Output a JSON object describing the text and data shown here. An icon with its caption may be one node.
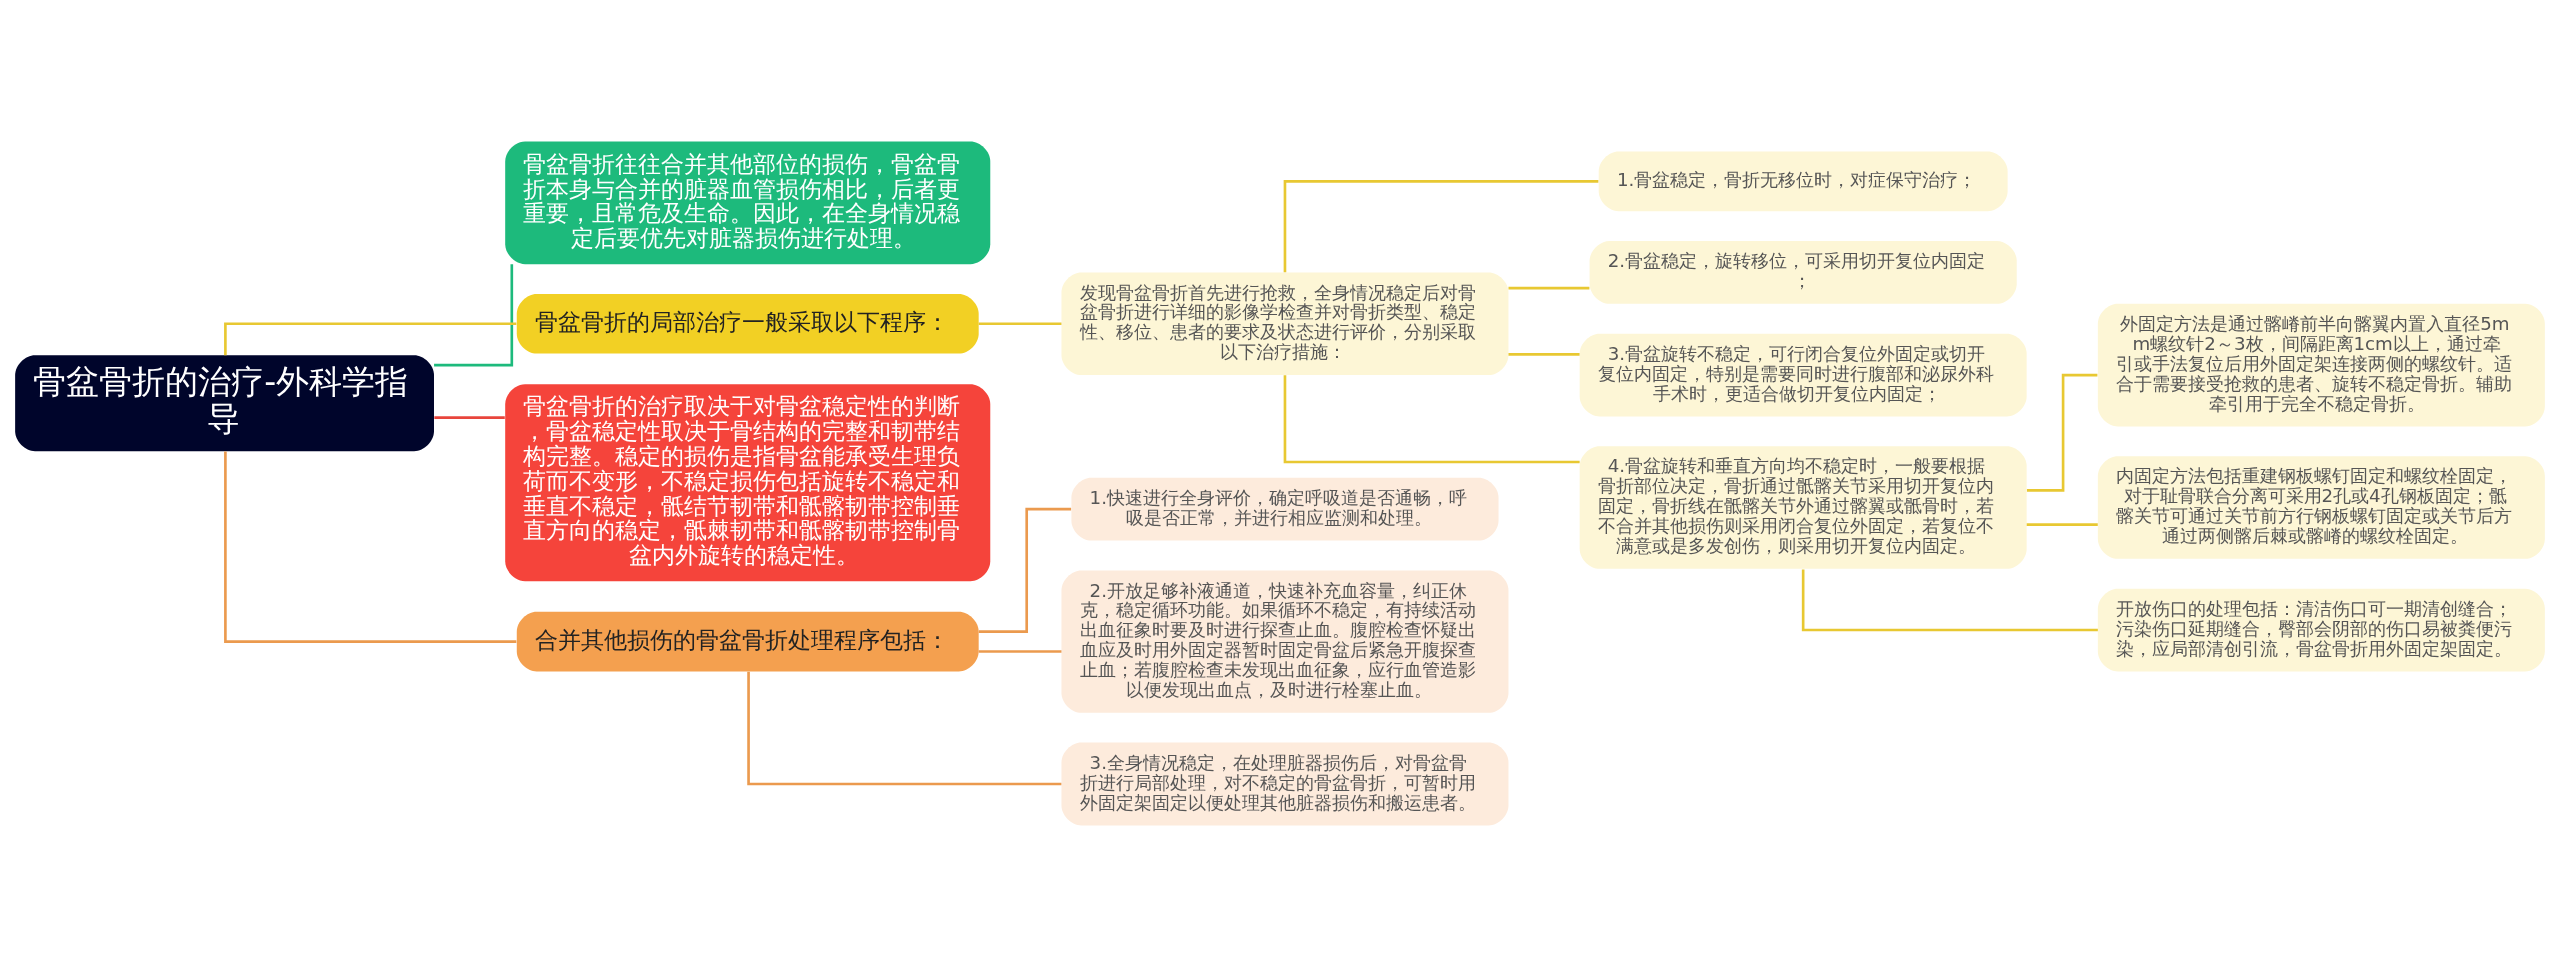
{
  "diagram": {
    "nodes": [
      {
        "text": [
          "骨盆骨折的治疗-外科学指导"
        ]
      },
      {
        "text": [
          "骨盆骨折往往合并其他部位的损伤，骨盆骨折本身与合并的脏器血管损伤相比，后者更重要，且常危及生命。因此，在全身情况稳定后要优先对脏器损伤进行处理。"
        ]
      },
      {
        "text": [
          "骨盆骨折的局部治疗一般采取以下程序："
        ]
      },
      {
        "text": [
          "发现骨盆骨折首先进行抢救，全身情况稳定后对骨盆骨折进行详细的影像学检查并对骨折类型、稳定性、移位、患者的要求及状态进行评价，分别采取以下治疗措施："
        ]
      },
      {
        "text": [
          "1.骨盆稳定，骨折无移位时，对症保守治疗；"
        ]
      },
      {
        "text": [
          "2.骨盆稳定，旋转移位，可采用切开复位内固定；"
        ]
      },
      {
        "text": [
          "3.骨盆旋转不稳定，可行闭合复位外固定或切开复位内固定，特别是需要同时进行腹部和泌尿外科手术时，更适合做切开复位内固定；"
        ]
      },
      {
        "text": [
          "4.骨盆旋转和垂直方向均不稳定时，一般要根据骨折部位决定，骨折通过骶髂关节采用切开复位内固定，骨折线在骶髂关节外通过髂翼或骶骨时，若不合并其他损伤则采用闭合复位外固定，若复位不满意或是多发创伤，则采用切开复位内固定。"
        ]
      },
      {
        "text": [
          "外固定方法是通过髂嵴前半向髂翼内置入直径5mm螺纹针2～3枚，间隔距离1cm以上，通过牵引或手法复位后用外固定架连接两侧的螺纹针。适合于需要接受抢救的患者、旋转不稳定骨折。辅助牵引用于完全不稳定骨折。"
        ]
      },
      {
        "text": [
          "内固定方法包括重建钢板螺钉固定和螺纹栓固定，对于耻骨联合分离可采用2孔或4孔钢板固定；骶髂关节可通过关节前方行钢板螺钉固定或关节后方通过两侧髂后棘或髂嵴的螺纹栓固定。"
        ]
      },
      {
        "text": [
          "开放伤口的处理包括：清洁伤口可一期清创缝合；污染伤口延期缝合，臀部会阴部的伤口易被粪便污染，应局部清创引流，骨盆骨折用外固定架固定。"
        ]
      },
      {
        "text": [
          "骨盆骨折的治疗取决于对骨盆稳定性的判断，骨盆稳定性取决于骨结构的完整和韧带结构完整。稳定的损伤是指骨盆能承受生理负荷而不变形，不稳定损伤包括旋转不稳定和垂直不稳定，骶结节韧带和骶髂韧带控制垂直方向的稳定，骶棘韧带和骶髂韧带控制骨盆内外旋转的稳定性。"
        ]
      },
      {
        "text": [
          "合并其他损伤的骨盆骨折处理程序包括："
        ]
      },
      {
        "text": [
          "1.快速进行全身评价，确定呼吸道是否通畅，呼吸是否正常，并进行相应监测和处理。"
        ]
      },
      {
        "text": [
          "2.开放足够补液通道，快速补充血容量，纠正休克，稳定循环功能。如果循环不稳定，有持续活动出血征象时要及时进行探查止血。腹腔检查怀疑出血应及时用外固定器暂时固定骨盆后紧急开腹探查止血；若腹腔检查未发现出血征象，应行血管造影以便发现出血点，及时进行栓塞止血。"
        ]
      },
      {
        "text": [
          "3.全身情况稳定，在处理脏器损伤后，对骨盆骨折进行局部处理，对不稳定的骨盆骨折，可暂时用外固定架固定以便处理其他脏器损伤和搬运患者。"
        ]
      }
    ],
    "edges": [
      {
        "from": 0,
        "to": 1,
        "arrow": "none",
        "color": "#1dba7c"
      },
      {
        "from": 0,
        "to": 2,
        "arrow": "none"
      },
      {
        "from": 2,
        "to": 3,
        "arrow": "none"
      },
      {
        "from": 3,
        "to": 4,
        "arrow": "none"
      },
      {
        "from": 3,
        "to": 5,
        "arrow": "none"
      },
      {
        "from": 3,
        "to": 6,
        "arrow": "none"
      },
      {
        "from": 3,
        "to": 7,
        "arrow": "none"
      },
      {
        "from": 7,
        "to": 8,
        "arrow": "none"
      },
      {
        "from": 7,
        "to": 9,
        "arrow": "none"
      },
      {
        "from": 7,
        "to": 10,
        "arrow": "none"
      },
      {
        "from": 0,
        "to": 11,
        "arrow": "none",
        "color": "#e8453c"
      },
      {
        "from": 0,
        "to": 12,
        "arrow": "none",
        "color": "#eb9a4e"
      },
      {
        "from": 12,
        "to": 13,
        "arrow": "none",
        "color": "#eb9a4e"
      },
      {
        "from": 12,
        "to": 14,
        "arrow": "none",
        "color": "#eb9a4e"
      },
      {
        "from": 12,
        "to": 15,
        "arrow": "none",
        "color": "#eb9a4e"
      }
    ]
  }
}
